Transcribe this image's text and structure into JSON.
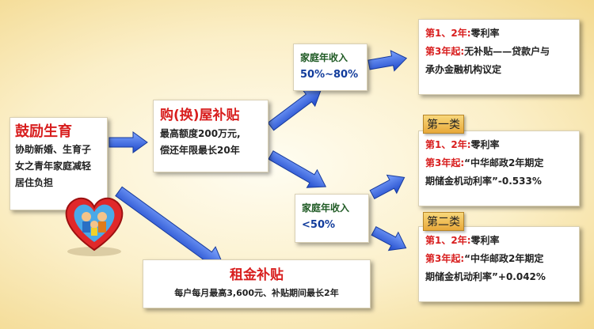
{
  "encourage": {
    "title": "鼓励生育",
    "lines": [
      "协助新婚、生育子",
      "女之青年家庭减轻",
      "居住负担"
    ]
  },
  "purchase": {
    "title": "购(换)屋补贴",
    "lines": [
      "最高额度200万元,",
      "偿还年限最长20年"
    ]
  },
  "income_high": {
    "label": "家庭年收入",
    "range": "50%~80%"
  },
  "income_low": {
    "label": "家庭年收入",
    "range": "<50%"
  },
  "rent": {
    "title": "租金补贴",
    "line": "每户每月最高3,600元、补贴期间最长2年"
  },
  "result_top": {
    "l1_red": "第1、2年:",
    "l1_text": "零利率",
    "l2_red": "第3年起:",
    "l2_text": "无补贴——贷款户与",
    "l3_text": "承办金融机构议定"
  },
  "class1": {
    "tag": "第一类",
    "l1_red": "第1、2年:",
    "l1_text": "零利率",
    "l2_red": "第3年起:",
    "l2_text": "“中华邮政2年期定",
    "l3_text": "期储金机动利率”-0.533%"
  },
  "class2": {
    "tag": "第二类",
    "l1_red": "第1、2年:",
    "l1_text": "零利率",
    "l2_red": "第3年起:",
    "l2_text": "“中华邮政2年期定",
    "l3_text": "期储金机动利率”+0.042%"
  }
}
